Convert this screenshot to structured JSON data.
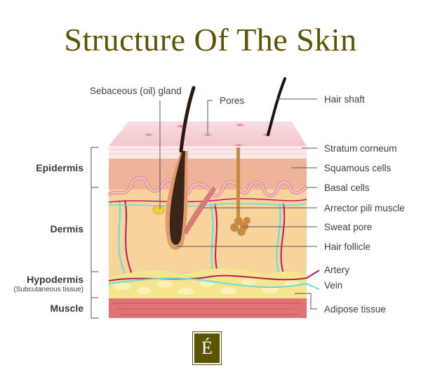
{
  "title": "Structure Of The Skin",
  "layers": {
    "epidermis": "Epidermis",
    "dermis": "Dermis",
    "hypodermis": "Hypodermis",
    "hypodermis_sub": "(Subcutaneous tissue)",
    "muscle": "Muscle"
  },
  "labels": {
    "sebaceous": "Sebaceous (oil) gland",
    "pores": "Pores",
    "hair_shaft": "Hair shaft",
    "stratum_corneum": "Stratum corneum",
    "squamous": "Squamous cells",
    "basal": "Basal cells",
    "arrector": "Arrector pili muscle",
    "sweat_pore": "Sweat pore",
    "hair_follicle": "Hair follicle",
    "artery": "Artery",
    "vein": "Vein",
    "adipose": "Adipose tissue"
  },
  "logo": {
    "letter": "É"
  },
  "colors": {
    "title": "#5c5405",
    "surface": "#f6d3d6",
    "stratum": "#fbe6e8",
    "epidermis": "#eeb49a",
    "dermis": "#f6d49c",
    "fat": "#f6e48e",
    "muscle": "#df7376",
    "artery": "#c2185b",
    "vein": "#5fe0e0"
  }
}
